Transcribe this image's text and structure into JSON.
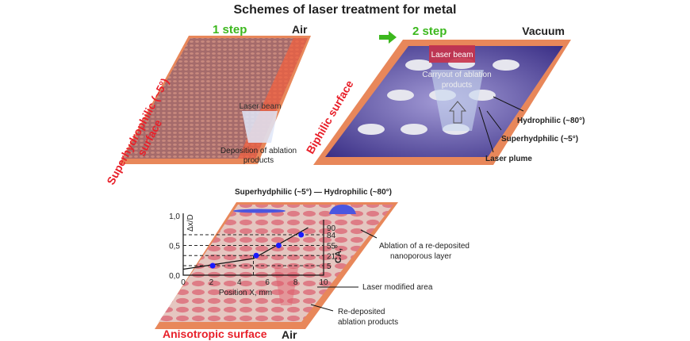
{
  "title": "Schemes of laser treatment for metal",
  "step1": {
    "label": "1 step",
    "environment": "Air",
    "surface_line1": "Superhydrophilic (~5°)",
    "surface_line2": "surface",
    "beam": "Laser beam",
    "deposition_line1": "Deposition of ablation",
    "deposition_line2": "products"
  },
  "step2": {
    "label": "2 step",
    "environment": "Vacuum",
    "surface": "Biphilic surface",
    "beam": "Laser beam",
    "carryout_line1": "Carryout of ablation",
    "carryout_line2": "products",
    "hydrophilic": "Hydrophilic (~80°)",
    "superhydrophilic": "Superhydphilic (~5°)",
    "plume": "Laser plume"
  },
  "step3": {
    "gradient_label": "Superhydphilic (~5°) — Hydrophilic (~80°)",
    "surface": "Anisotropic surface",
    "environment": "Air",
    "ablation_line1": "Ablation of a re-deposited",
    "ablation_line2": "nanoporous layer",
    "modified": "Laser modified area",
    "redeposited_line1": "Re-deposited",
    "redeposited_line2": "ablation products"
  },
  "colors": {
    "accent_red": "#e8202a",
    "step_green": "#3cb81e",
    "plate": "#e8875a",
    "vacuum": "#3a2f86",
    "marker": "#1a1aff"
  },
  "chart_data": {
    "type": "line",
    "xlabel": "Position X, mm",
    "ylabel": "Δx/D",
    "y2label": "CA,°",
    "xlim": [
      0,
      10
    ],
    "ylim": [
      0,
      1.0
    ],
    "xticks": [
      "0",
      "2",
      "4",
      "6",
      "8",
      "10"
    ],
    "yticks": [
      "0,0",
      "0,5",
      "1,0"
    ],
    "y2ticks": [
      "5",
      "21",
      "55",
      "84",
      "90"
    ],
    "points": [
      {
        "x": 2.1,
        "y": 0.16
      },
      {
        "x": 5.2,
        "y": 0.33
      },
      {
        "x": 6.8,
        "y": 0.5
      },
      {
        "x": 8.4,
        "y": 0.68
      }
    ],
    "line": [
      {
        "x": 0,
        "y": 0.1
      },
      {
        "x": 5,
        "y": 0.28
      },
      {
        "x": 8.9,
        "y": 0.8
      }
    ]
  }
}
